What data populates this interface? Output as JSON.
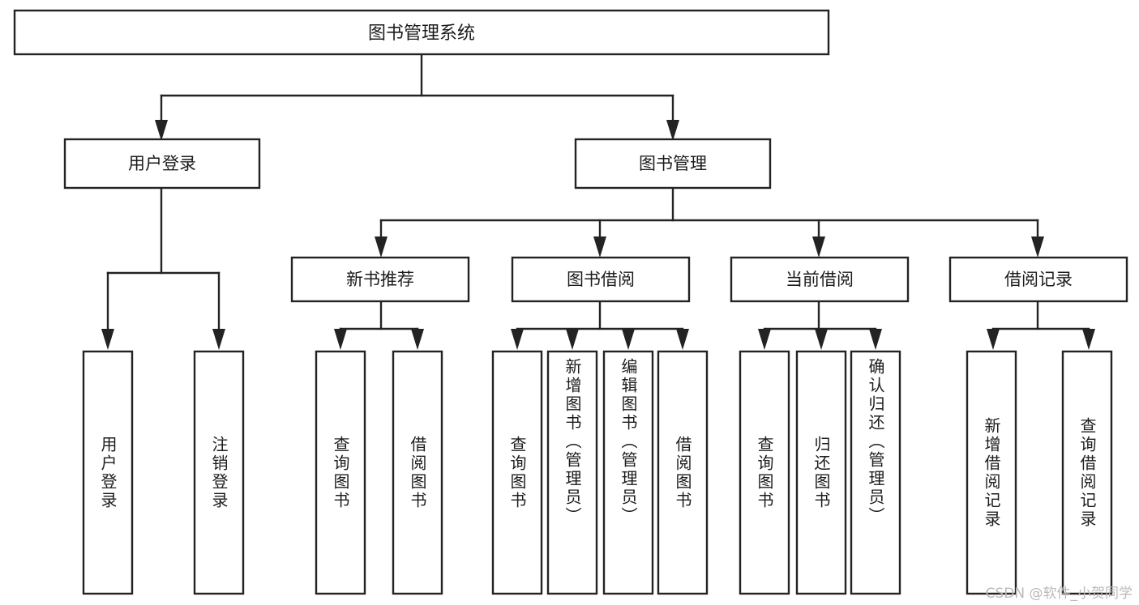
{
  "diagram": {
    "title": "图书管理系统",
    "type": "hierarchy-tree",
    "root": {
      "id": "root",
      "label": "图书管理系统"
    },
    "level2": [
      {
        "id": "user-login",
        "label": "用户登录"
      },
      {
        "id": "book-manage",
        "label": "图书管理"
      }
    ],
    "level3": [
      {
        "id": "new-book-recommend",
        "label": "新书推荐",
        "parent": "book-manage"
      },
      {
        "id": "book-borrow",
        "label": "图书借阅",
        "parent": "book-manage"
      },
      {
        "id": "current-borrow",
        "label": "当前借阅",
        "parent": "book-manage"
      },
      {
        "id": "borrow-record",
        "label": "借阅记录",
        "parent": "book-manage"
      }
    ],
    "leaves": {
      "user-login": [
        {
          "id": "leaf-user-login",
          "label": "用户登录"
        },
        {
          "id": "leaf-logout",
          "label": "注销登录"
        }
      ],
      "new-book-recommend": [
        {
          "id": "leaf-query-book-1",
          "label": "查询图书"
        },
        {
          "id": "leaf-borrow-book-1",
          "label": "借阅图书"
        }
      ],
      "book-borrow": [
        {
          "id": "leaf-query-book-2",
          "label": "查询图书"
        },
        {
          "id": "leaf-add-book",
          "label": "新增图书（管理员）"
        },
        {
          "id": "leaf-edit-book",
          "label": "编辑图书（管理员）"
        },
        {
          "id": "leaf-borrow-book-2",
          "label": "借阅图书"
        }
      ],
      "current-borrow": [
        {
          "id": "leaf-query-book-3",
          "label": "查询图书"
        },
        {
          "id": "leaf-return-book",
          "label": "归还图书"
        },
        {
          "id": "leaf-confirm-return",
          "label": "确认归还（管理员）"
        }
      ],
      "borrow-record": [
        {
          "id": "leaf-add-record",
          "label": "新增借阅记录"
        },
        {
          "id": "leaf-query-record",
          "label": "查询借阅记录"
        }
      ]
    },
    "colors": {
      "stroke": "#232323",
      "fill": "#ffffff",
      "text": "#1c1c1c",
      "watermark": "#b9b9b9"
    }
  },
  "watermark": {
    "text": "CSDN @软件_小贺同学"
  }
}
